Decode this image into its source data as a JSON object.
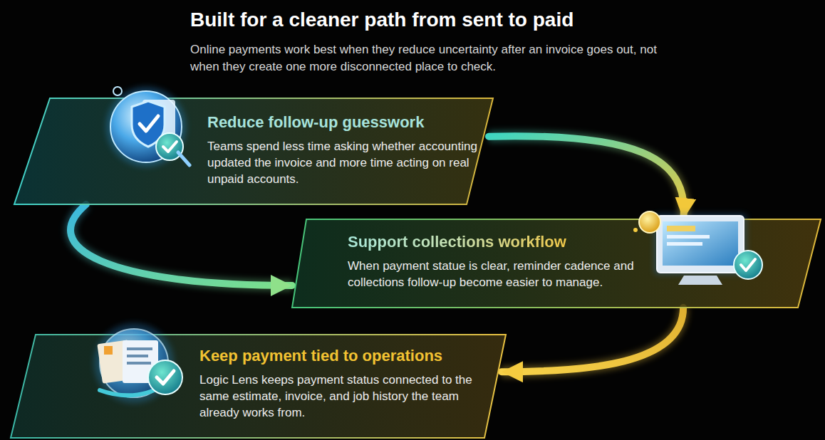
{
  "diagram": {
    "title": "Built for a cleaner path from sent to paid",
    "nodes": [
      {
        "text": [
          "Reduce follow-up guesswork",
          "Teams spend less time asking whether accounting updated the invoice and more time acting on real unpaid accounts."
        ]
      },
      {
        "text": [
          "Support collections workflow",
          "When payment statue is clear, reminder cadence and collections follow-up become easier to manage."
        ]
      },
      {
        "text": [
          "Keep payment tied to operations",
          "Logic Lens keeps payment status connected to the same estimate, invoice, and job history the team already works from."
        ]
      }
    ],
    "edges": [
      {
        "from": 0,
        "to": 1,
        "arrow": "to"
      },
      {
        "from": 0,
        "to": 1,
        "arrow": "to"
      },
      {
        "from": 1,
        "to": 2,
        "arrow": "to"
      }
    ],
    "labels": [
      "Online payments work best when they reduce uncertainty after an invoice goes out, not when they create one more disconnected place to check."
    ]
  }
}
